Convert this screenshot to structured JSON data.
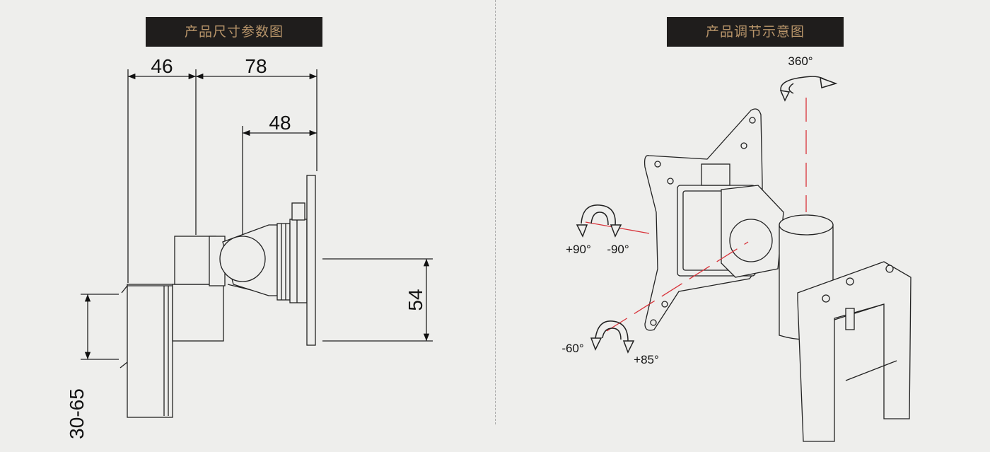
{
  "left_panel": {
    "title": "产品尺寸参数图",
    "dimensions": {
      "d46": "46",
      "d78": "78",
      "d48": "48",
      "d54": "54",
      "d30_65": "30-65"
    }
  },
  "right_panel": {
    "title": "产品调节示意图",
    "angles": {
      "rot360": "360°",
      "plus90": "+90°",
      "minus90": "-90°",
      "minus60": "-60°",
      "plus85": "+85°"
    }
  },
  "colors": {
    "title_bg": "#1f1d1c",
    "title_text": "#b8956a",
    "guide_red": "#d8333a",
    "background": "#eeeeec"
  }
}
